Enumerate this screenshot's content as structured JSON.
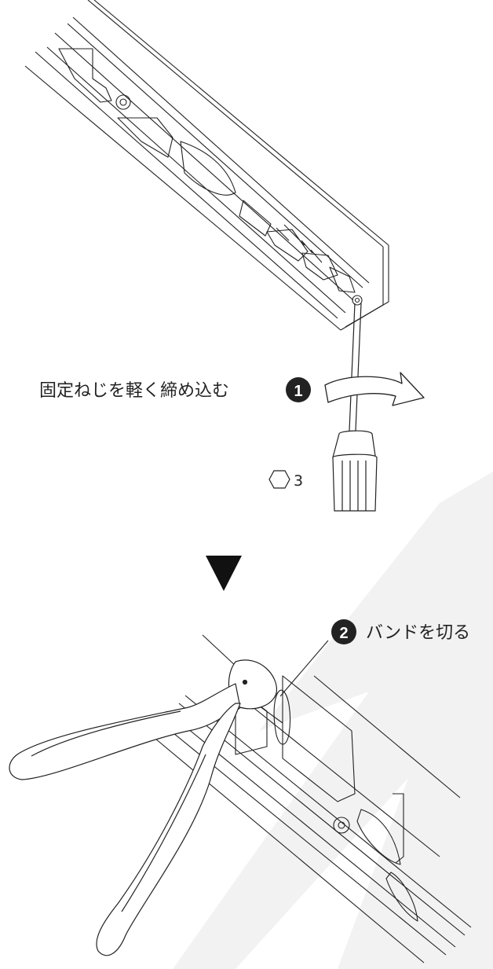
{
  "step1": {
    "number": "1",
    "label": "固定ねじを軽く締め込む",
    "tool_size": "3",
    "tool_icon": "hex-key-icon"
  },
  "step2": {
    "number": "2",
    "label": "バンドを切る",
    "tool_icon": "nippers-icon"
  },
  "arrow_icon": "down-triangle-icon",
  "colors": {
    "line": "#222222",
    "badge": "#222222",
    "watermark": "#f1f1f1"
  }
}
